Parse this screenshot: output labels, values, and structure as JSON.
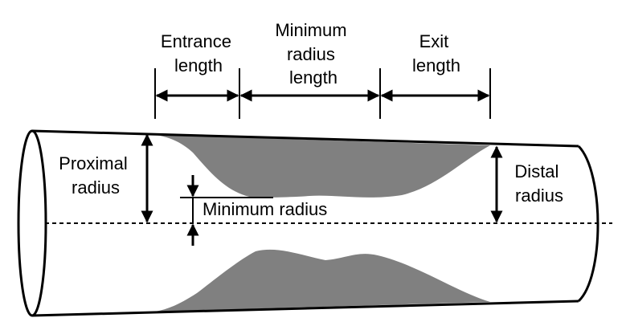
{
  "colors": {
    "background": "#ffffff",
    "outline": "#000000",
    "plaque": "#808080"
  },
  "labels": {
    "entrance_length": [
      "Entrance",
      "length"
    ],
    "minimum_radius_length": [
      "Minimum",
      "radius",
      "length"
    ],
    "exit_length": [
      "Exit",
      "length"
    ],
    "proximal_radius": [
      "Proximal",
      "radius"
    ],
    "distal_radius": [
      "Distal",
      "radius"
    ],
    "minimum_radius": "Minimum radius"
  }
}
